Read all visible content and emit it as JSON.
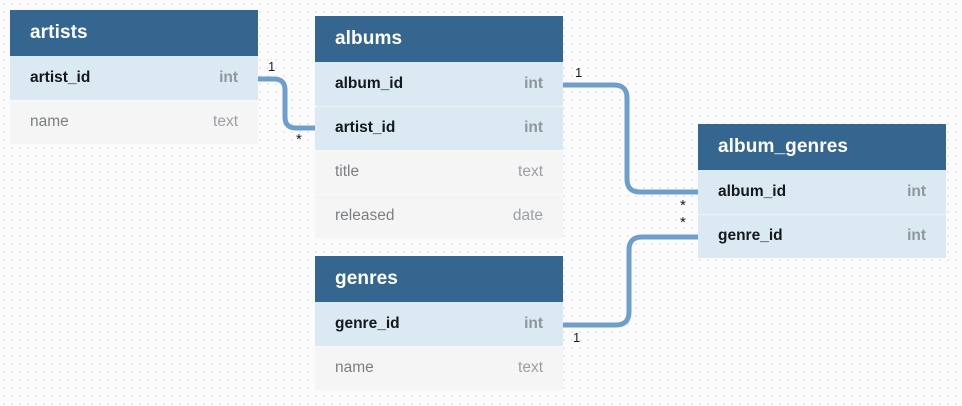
{
  "diagram": {
    "kind": "entity-relationship-diagram",
    "colors": {
      "header": "#35668f",
      "key_row": "#dbe9f2",
      "plain_row": "#f5f5f5",
      "connector": "#6f9fc8",
      "background": "#fbfbfc"
    }
  },
  "tables": [
    {
      "id": "artists",
      "name": "artists",
      "columns": [
        {
          "name": "artist_id",
          "type": "int",
          "key": true
        },
        {
          "name": "name",
          "type": "text",
          "key": false
        }
      ]
    },
    {
      "id": "albums",
      "name": "albums",
      "columns": [
        {
          "name": "album_id",
          "type": "int",
          "key": true
        },
        {
          "name": "artist_id",
          "type": "int",
          "key": true
        },
        {
          "name": "title",
          "type": "text",
          "key": false
        },
        {
          "name": "released",
          "type": "date",
          "key": false
        }
      ]
    },
    {
      "id": "genres",
      "name": "genres",
      "columns": [
        {
          "name": "genre_id",
          "type": "int",
          "key": true
        },
        {
          "name": "name",
          "type": "text",
          "key": false
        }
      ]
    },
    {
      "id": "album_genres",
      "name": "album_genres",
      "columns": [
        {
          "name": "album_id",
          "type": "int",
          "key": true
        },
        {
          "name": "genre_id",
          "type": "int",
          "key": true
        }
      ]
    }
  ],
  "relationships": [
    {
      "id": "artists-albums",
      "from_table": "artists",
      "from_column": "artist_id",
      "to_table": "albums",
      "to_column": "artist_id",
      "from_cardinality": "1",
      "to_cardinality": "*"
    },
    {
      "id": "albums-album_genres",
      "from_table": "albums",
      "from_column": "album_id",
      "to_table": "album_genres",
      "to_column": "album_id",
      "from_cardinality": "1",
      "to_cardinality": "*"
    },
    {
      "id": "genres-album_genres",
      "from_table": "genres",
      "from_column": "genre_id",
      "to_table": "album_genres",
      "to_column": "genre_id",
      "from_cardinality": "1",
      "to_cardinality": "*"
    }
  ]
}
